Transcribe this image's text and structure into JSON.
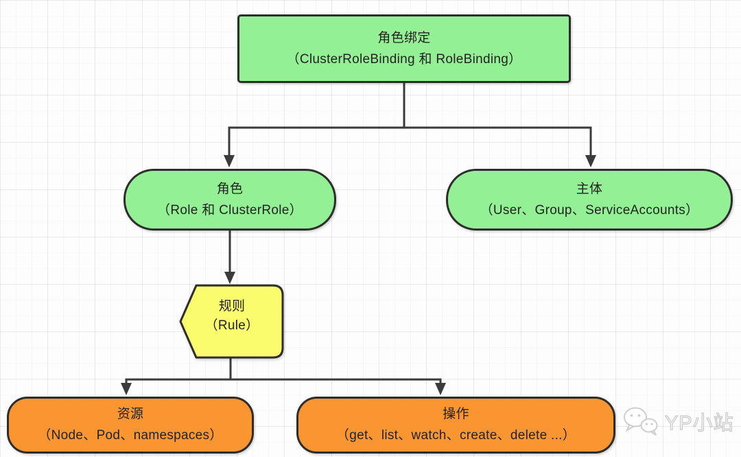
{
  "nodes": {
    "role_binding": {
      "title": "角色绑定",
      "subtitle": "（ClusterRoleBinding 和 RoleBinding）"
    },
    "role": {
      "title": "角色",
      "subtitle": "（Role 和 ClusterRole）"
    },
    "subject": {
      "title": "主体",
      "subtitle": "（User、Group、ServiceAccounts）"
    },
    "rule": {
      "title": "规则",
      "subtitle": "（Rule）"
    },
    "resource": {
      "title": "资源",
      "subtitle": "（Node、Pod、namespaces）"
    },
    "operation": {
      "title": "操作",
      "subtitle": "（get、list、watch、create、delete ...）"
    }
  },
  "edges": [
    {
      "from": "role_binding",
      "to": "role"
    },
    {
      "from": "role_binding",
      "to": "subject"
    },
    {
      "from": "role",
      "to": "rule"
    },
    {
      "from": "rule",
      "to": "resource"
    },
    {
      "from": "rule",
      "to": "operation"
    }
  ],
  "colors": {
    "green": "#94f094",
    "yellow": "#fbfb6e",
    "orange": "#fa9632",
    "border": "#2d2d2d",
    "connector": "#3a3a3a",
    "text": "#222222",
    "watermark_gray": "#c7c7c7"
  },
  "watermark": {
    "label": "YP小站",
    "icon": "wechat-logo-icon"
  }
}
